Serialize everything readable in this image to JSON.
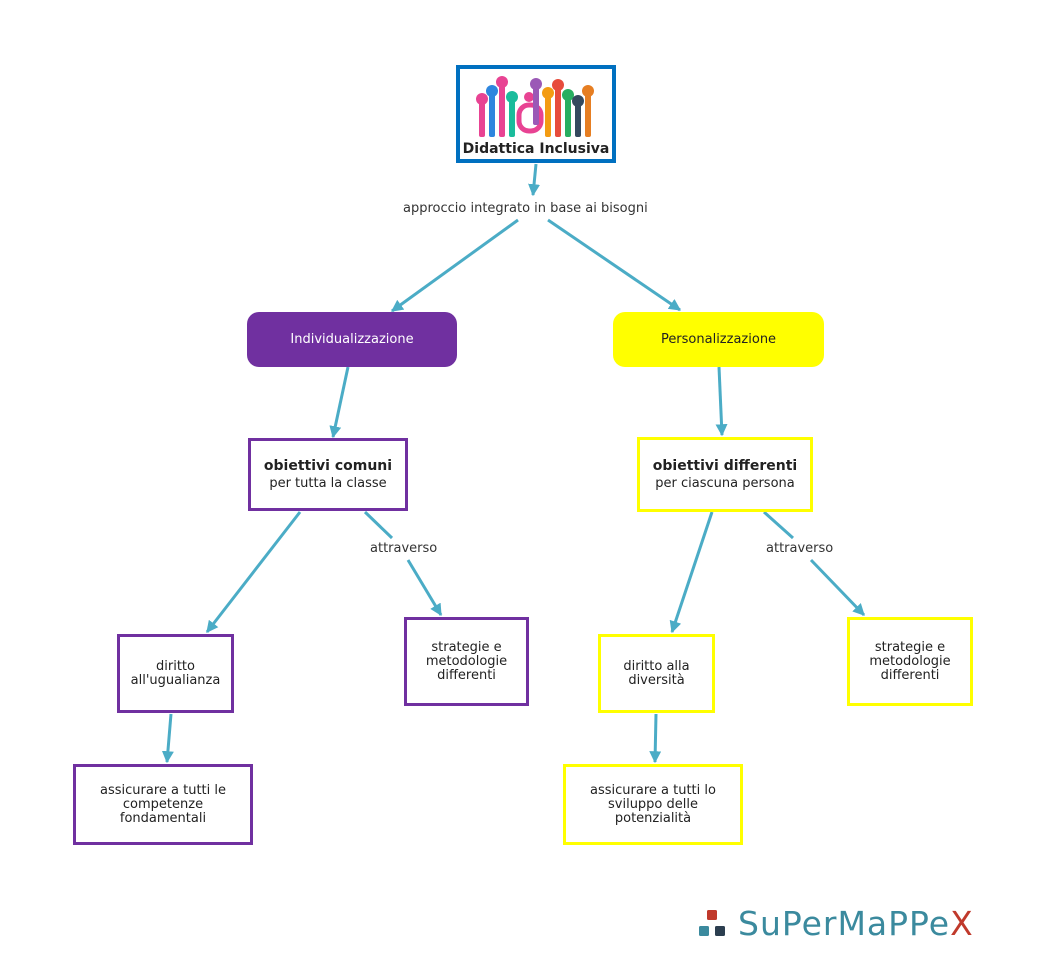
{
  "root": {
    "title": "Didattica Inclusiva",
    "image": "raised-hands-illustration"
  },
  "root_link": "approccio integrato in base ai bisogni",
  "branches": {
    "left": {
      "pill": "Individualizzazione",
      "goal_bold": "obiettivi comuni",
      "goal_rest": "per tutta la classe",
      "link": "attraverso",
      "methods": [
        "strategie e",
        "metodologie",
        "differenti"
      ],
      "right": [
        "diritto",
        "all'ugualianza"
      ],
      "outcome": [
        "assicurare a tutti le",
        "competenze",
        "fondamentali"
      ]
    },
    "right": {
      "pill": "Personalizzazione",
      "goal_bold": "obiettivi differenti",
      "goal_rest": "per ciascuna persona",
      "link": "attraverso",
      "methods": [
        "strategie e",
        "metodologie",
        "differenti"
      ],
      "right": [
        "diritto alla",
        "diversità"
      ],
      "outcome": [
        "assicurare a tutti lo",
        "sviluppo delle",
        "potenzialità"
      ]
    }
  },
  "brand": {
    "name_main": "SuPerMaPPe",
    "name_x": "X"
  },
  "colors": {
    "edge": "#4bacc6",
    "purple": "#7030a0",
    "yellow": "#ffff00",
    "root_border": "#0070c0",
    "brand_teal": "#3b8a9e",
    "brand_red": "#c0392b"
  }
}
